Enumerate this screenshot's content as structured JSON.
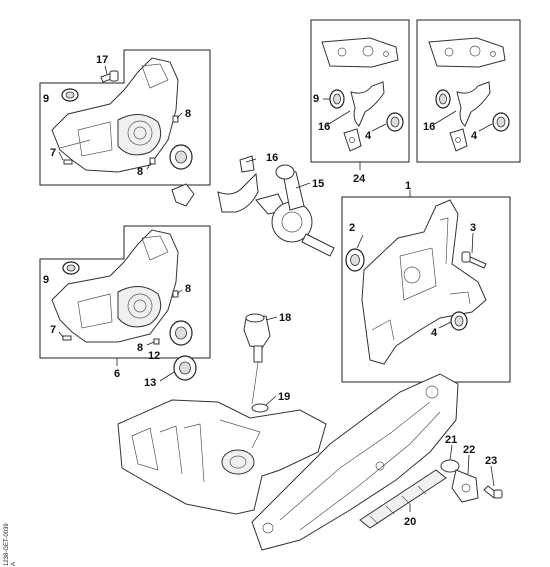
{
  "diagram": {
    "callouts": {
      "c1": "1",
      "c2": "2",
      "c3": "3",
      "c4_frame1": "4",
      "c4_a": "4",
      "c4_b": "4",
      "c6": "6",
      "c7_top": "7",
      "c7_bottom": "7",
      "c8_a": "8",
      "c8_b": "8",
      "c8_c": "8",
      "c8_d": "8",
      "c9_top": "9",
      "c9_bottom": "9",
      "c9_kit1": "9",
      "c12": "12",
      "c13": "13",
      "c15": "15",
      "c16_loose": "16",
      "c16_kit1": "16",
      "c16_kit2": "16",
      "c17": "17",
      "c18": "18",
      "c19": "19",
      "c20": "20",
      "c21": "21",
      "c22": "22",
      "c23": "23",
      "c24": "24"
    },
    "drawing_code": "1238-GET-0039",
    "drawing_code_suffix": "A"
  }
}
